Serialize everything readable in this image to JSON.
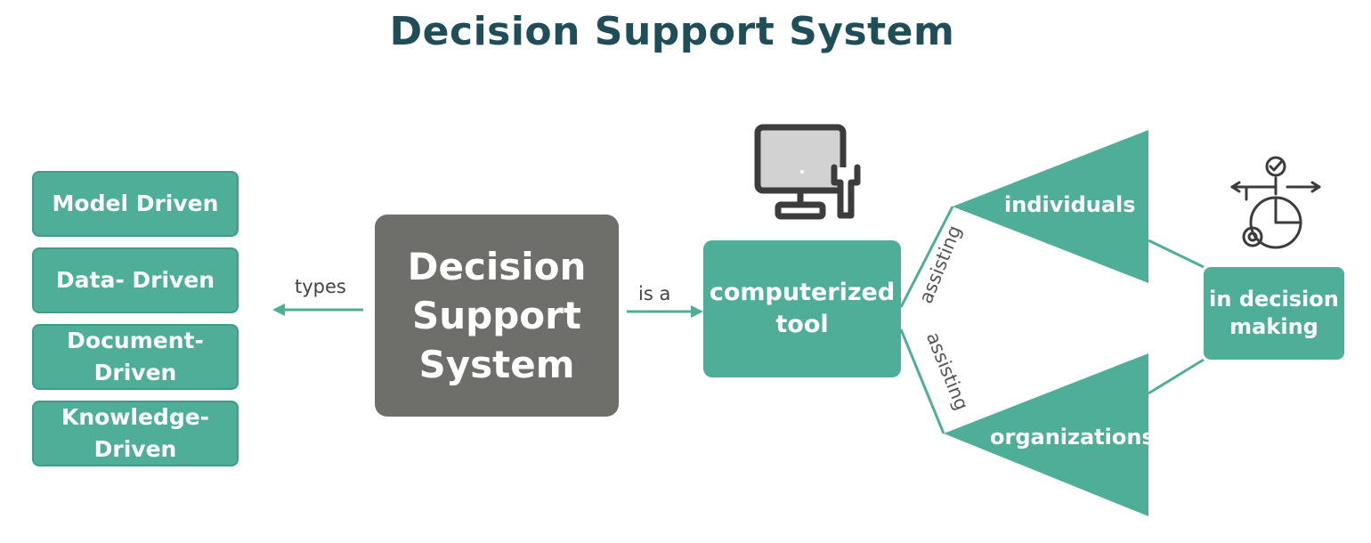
{
  "title": "Decision Support System",
  "types": [
    "Model Driven",
    "Data- Driven",
    "Document-Driven",
    "Knowledge-Driven"
  ],
  "types_label": "types",
  "center_label": "Decision Support System",
  "is_a_label": "is a",
  "tool_label": "computerized tool",
  "assisting_top": "assisting",
  "assisting_bottom": "assisting",
  "individuals_label": "individuals",
  "organizations_label": "organizations",
  "making_label": "in decision making",
  "icons": [
    "computer-wrench-icon",
    "decision-making-icon"
  ],
  "colors": {
    "accent": "#4fae98",
    "title": "#1f4e59",
    "center": "#6e6e6b",
    "icon": "#3c3c3c"
  }
}
